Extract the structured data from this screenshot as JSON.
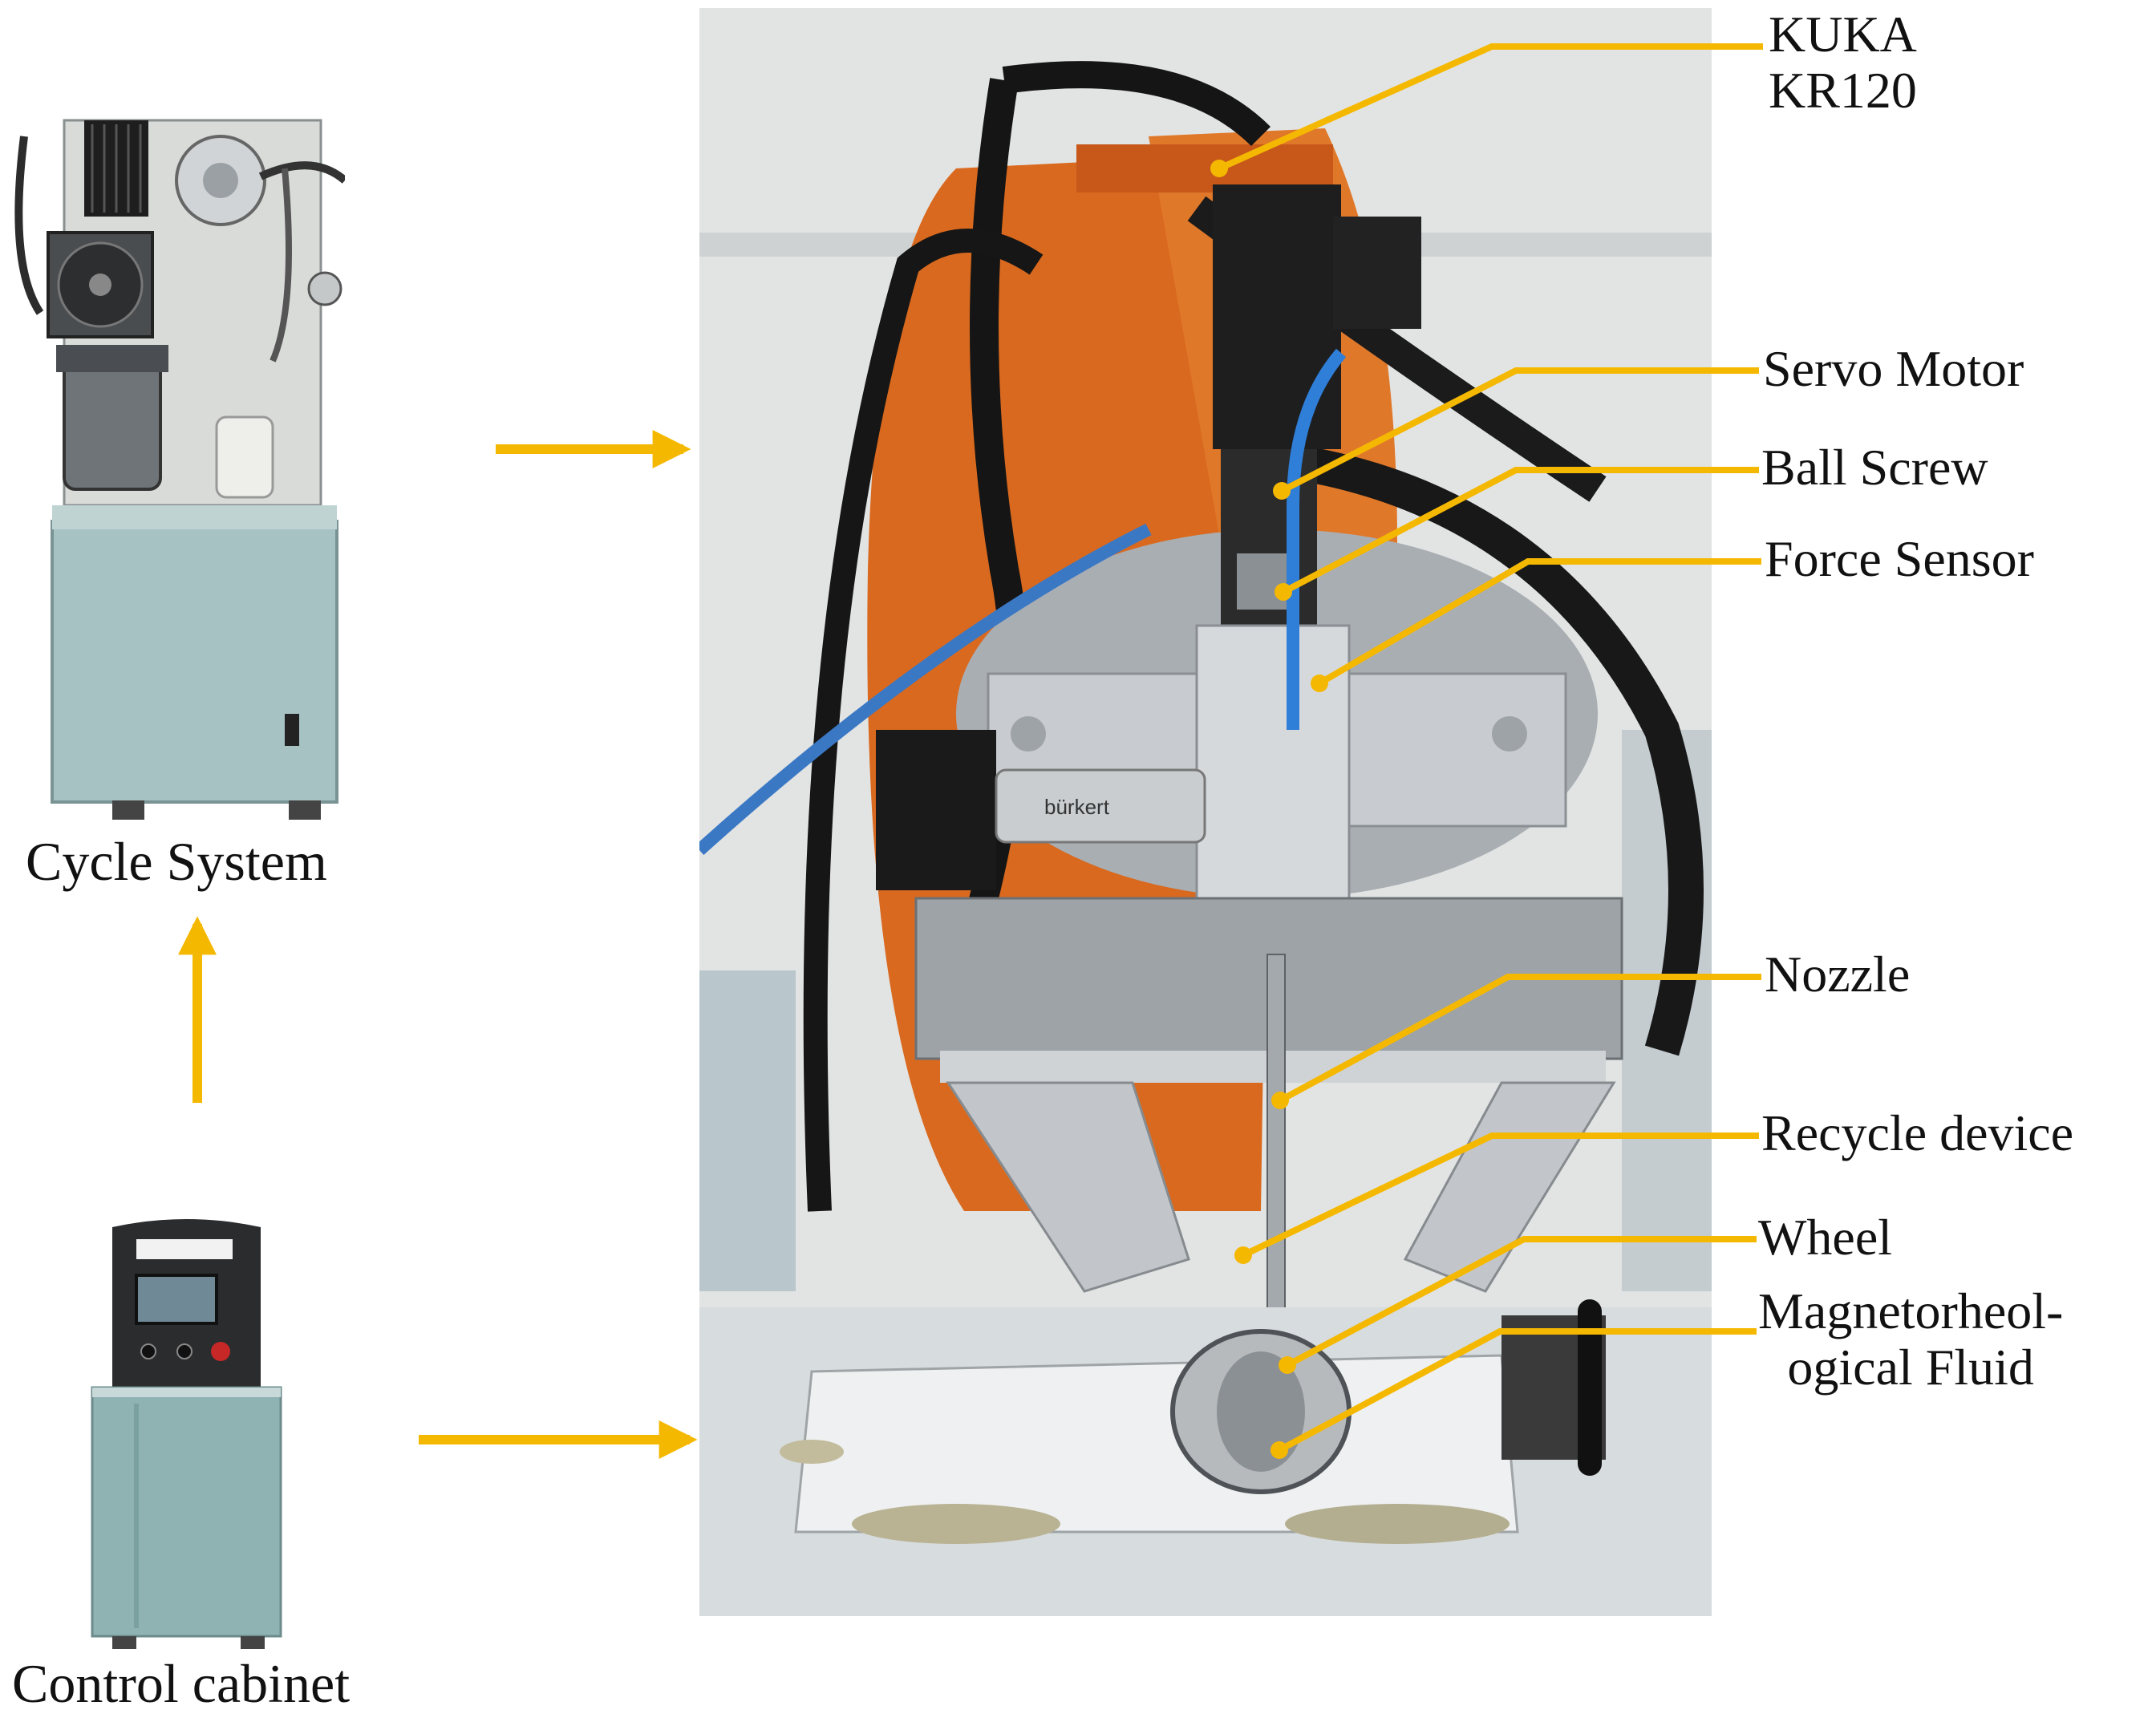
{
  "captions": {
    "cycle_system": "Cycle System",
    "control_cabinet": "Control cabinet"
  },
  "labels": {
    "kuka_line1": "KUKA",
    "kuka_line2": "KR120",
    "servo_motor": "Servo Motor",
    "ball_screw": "Ball Screw",
    "force_sensor": "Force Sensor",
    "nozzle": "Nozzle",
    "recycle_device": "Recycle device",
    "wheel": "Wheel",
    "mr_fluid_line1": "Magnetorheol-",
    "mr_fluid_line2": "ogical Fluid"
  },
  "photo_text": {
    "sensor_brand": "bürkert"
  },
  "colors": {
    "accent": "#F5B800",
    "robot_orange": "#D9691E",
    "aluminium": "#B8BCC0",
    "cabinet_teal": "#8FB3B3"
  }
}
